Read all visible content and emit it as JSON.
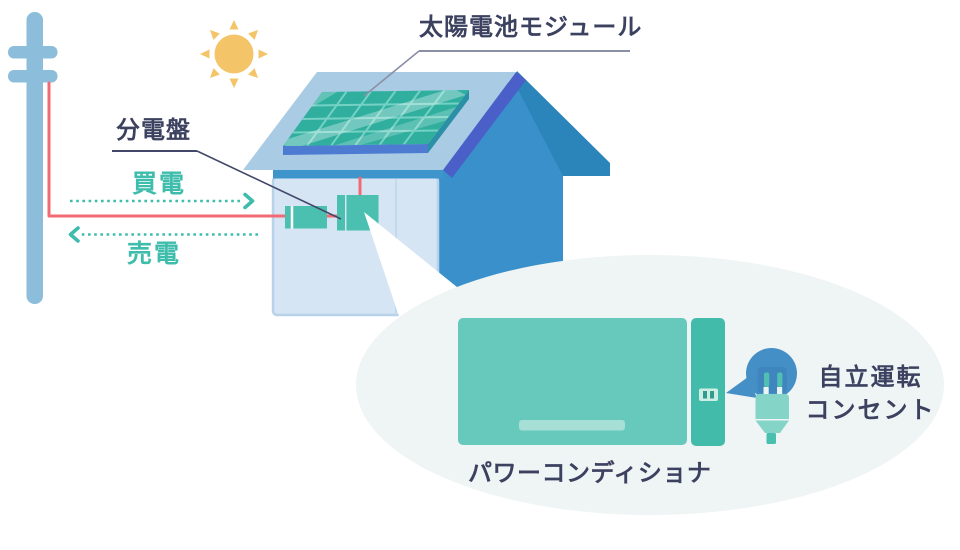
{
  "diagram": {
    "title_label": "太陽電池モジュール",
    "labels": {
      "solar_module": "太陽電池モジュール",
      "distribution_board": "分電盤",
      "buy_power": "買電",
      "sell_power": "売電",
      "power_conditioner": "パワーコンディショナ",
      "standalone_outlet_line1": "自立運転",
      "standalone_outlet_line2": "コンセント"
    },
    "flows": [
      {
        "name": "buy",
        "label": "買電",
        "direction": "grid-to-house (right arrow)"
      },
      {
        "name": "sell",
        "label": "売電",
        "direction": "house-to-grid (left arrow)"
      }
    ],
    "icons": [
      "utility-pole-icon",
      "sun-icon",
      "house-illustration",
      "solar-panel",
      "distribution-board-box",
      "power-conditioner-box",
      "magnify-callout-ellipse",
      "power-conditioner-detail",
      "plug-icon"
    ],
    "colors": {
      "teal_accent": "#3EBCAC",
      "device_teal": "#4CC0B0",
      "conditioner_body_teal": "#66C9BB",
      "conditioner_bar_teal": "#43BBAA",
      "navy_text": "#3C4160",
      "wire_red": "#F26B72",
      "pole_blue": "#8CBEDC",
      "roof_light_blue": "#A9CBE4",
      "roof_dark_blue": "#2B84BA",
      "front_wall_blue": "#D5E5F3",
      "side_wall_blue": "#3990CB",
      "trim_indigo": "#4A5FC8",
      "panel_teal": "#30AF9F",
      "panel_base_blue": "#4E7BD2",
      "sun_yellow": "#F3C468",
      "ellipse_background": "#EFF4F4",
      "callout_bubble_blue": "#458FC7"
    }
  }
}
